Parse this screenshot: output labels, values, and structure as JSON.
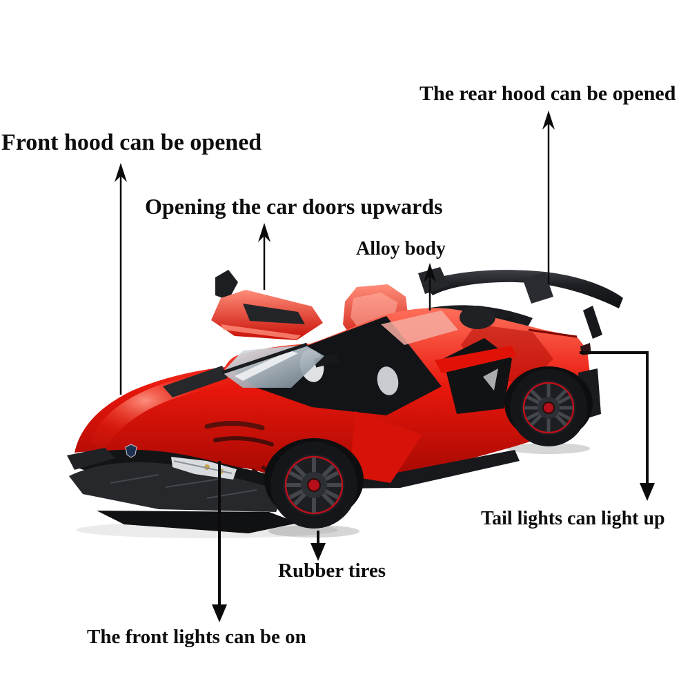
{
  "image": {
    "kind": "annotated product photo",
    "subject": "red die-cast model supercar with scissor doors open and large rear wing",
    "background_color": "#ffffff"
  },
  "labels": {
    "rear_hood": "The rear hood can be opened",
    "front_hood": "Front hood can be opened",
    "doors": "Opening the car doors upwards",
    "alloy_body": "Alloy body",
    "tail_lights": "Tail lights can light up",
    "rubber_tires": "Rubber tires",
    "front_lights": "The front lights can be on"
  },
  "colors": {
    "text": "#0d0d0d",
    "arrow": "#0b0b0b",
    "car_red": "#e8170c",
    "car_red_highlight": "#ff8a75",
    "car_red_shadow": "#9c0a04",
    "carbon_black": "#1b1d20",
    "wheel_accent_red": "#c0101c",
    "glass": "#aeb9c2",
    "interior_seat": "#dfe1e4"
  }
}
